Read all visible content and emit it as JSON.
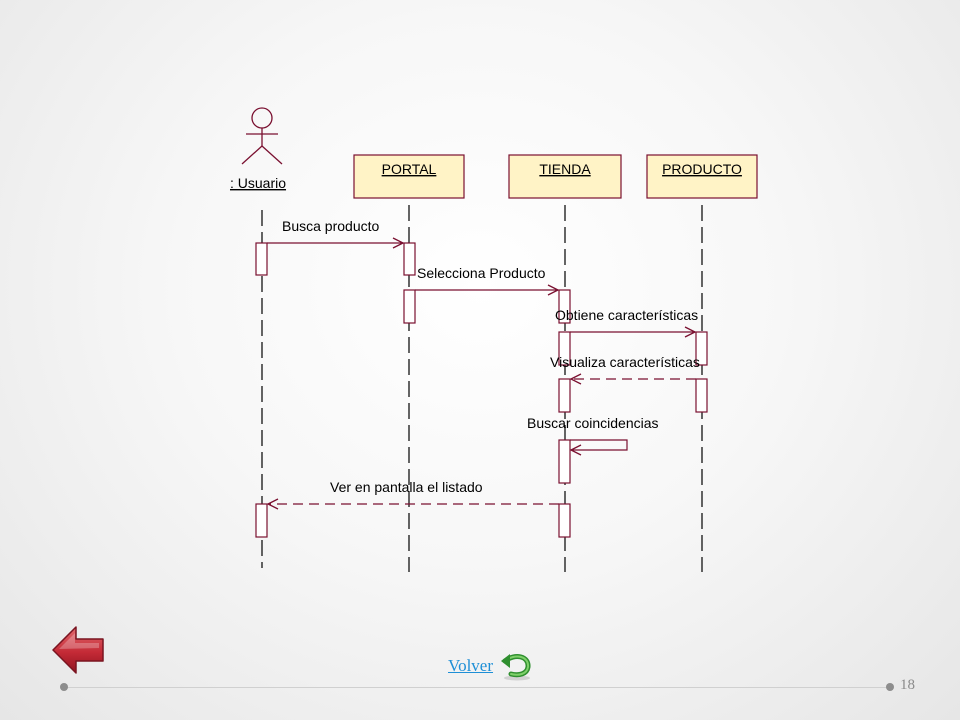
{
  "diagram": {
    "actor": {
      "label": ": Usuario"
    },
    "objects": [
      {
        "id": "portal",
        "label": "PORTAL"
      },
      {
        "id": "tienda",
        "label": "TIENDA"
      },
      {
        "id": "producto",
        "label": "PRODUCTO"
      }
    ],
    "messages": [
      {
        "label": "Busca producto",
        "from": "Usuario",
        "to": "PORTAL",
        "kind": "call"
      },
      {
        "label": "Selecciona Producto",
        "from": "PORTAL",
        "to": "TIENDA",
        "kind": "call"
      },
      {
        "label": "Obtiene características",
        "from": "TIENDA",
        "to": "PRODUCTO",
        "kind": "call"
      },
      {
        "label": "Visualiza características",
        "from": "PRODUCTO",
        "to": "TIENDA",
        "kind": "return"
      },
      {
        "label": "Buscar coincidencias",
        "from": "TIENDA",
        "to": "TIENDA",
        "kind": "self"
      },
      {
        "label": "Ver en pantalla el listado",
        "from": "TIENDA",
        "to": "Usuario",
        "kind": "return"
      }
    ],
    "colors": {
      "line": "#7a1030",
      "object_fill": "#fff3c6"
    }
  },
  "footer": {
    "back_icon": "left-arrow-icon",
    "link_label": "Volver",
    "link_icon": "undo-arrow-icon",
    "page_number": "18",
    "link_color": "#1e8fd6"
  }
}
